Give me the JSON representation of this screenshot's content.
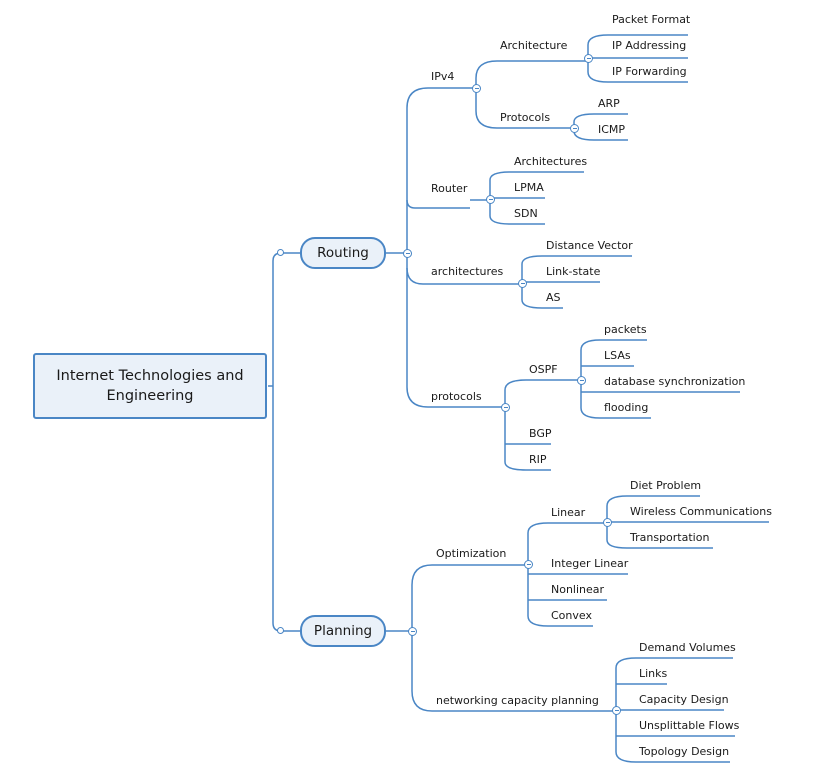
{
  "colors": {
    "line": "#4a86c5",
    "box_fill": "#eaf1f9"
  },
  "root": {
    "line1": "Internet Technologies and",
    "line2": "Engineering"
  },
  "routing": {
    "label": "Routing",
    "ipv4": {
      "label": "IPv4",
      "architecture": {
        "label": "Architecture",
        "items": [
          "Packet Format",
          "IP Addressing",
          "IP Forwarding"
        ]
      },
      "protocols": {
        "label": "Protocols",
        "items": [
          "ARP",
          "ICMP"
        ]
      }
    },
    "router": {
      "label": "Router",
      "items": [
        "Architectures",
        "LPMA",
        "SDN"
      ]
    },
    "architectures": {
      "label": "architectures",
      "items": [
        "Distance Vector",
        "Link-state",
        "AS"
      ]
    },
    "protocols": {
      "label": "protocols",
      "ospf": {
        "label": "OSPF",
        "items": [
          "packets",
          "LSAs",
          "database synchronization",
          "flooding"
        ]
      },
      "bgp": "BGP",
      "rip": "RIP"
    }
  },
  "planning": {
    "label": "Planning",
    "optimization": {
      "label": "Optimization",
      "linear": {
        "label": "Linear",
        "items": [
          "Diet Problem",
          "Wireless Communications",
          "Transportation"
        ]
      },
      "integer_linear": "Integer Linear",
      "nonlinear": "Nonlinear",
      "convex": "Convex"
    },
    "capacity": {
      "label": "networking capacity planning",
      "items": [
        "Demand Volumes",
        "Links",
        "Capacity Design",
        "Unsplittable Flows",
        "Topology Design"
      ]
    }
  }
}
